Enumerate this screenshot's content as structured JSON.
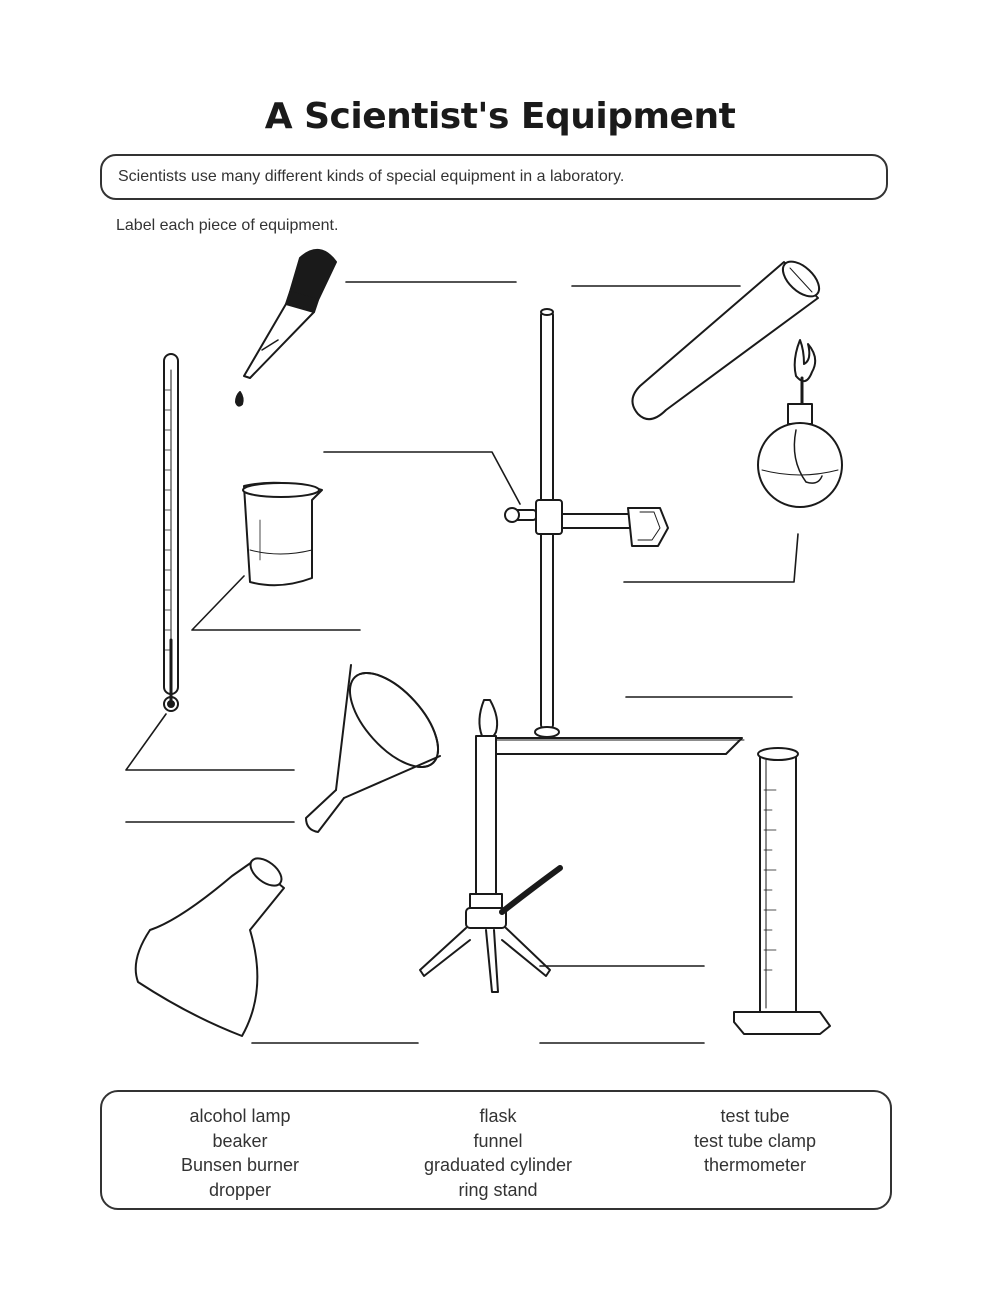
{
  "worksheet": {
    "title": "A Scientist's Equipment",
    "intro": "Scientists use many different kinds of special equipment in a laboratory.",
    "instruction": "Label each piece of equipment."
  },
  "word_bank": {
    "columns": [
      [
        "alcohol lamp",
        "beaker",
        "Bunsen burner",
        "dropper"
      ],
      [
        "flask",
        "funnel",
        "graduated cylinder",
        "ring stand"
      ],
      [
        "test tube",
        "test tube clamp",
        "thermometer"
      ]
    ]
  },
  "icons": [
    "dropper-icon",
    "test-tube-icon",
    "thermometer-icon",
    "beaker-icon",
    "ring-stand-icon",
    "test-tube-clamp-icon",
    "alcohol-lamp-icon",
    "funnel-icon",
    "bunsen-burner-icon",
    "flask-icon",
    "graduated-cylinder-icon"
  ]
}
